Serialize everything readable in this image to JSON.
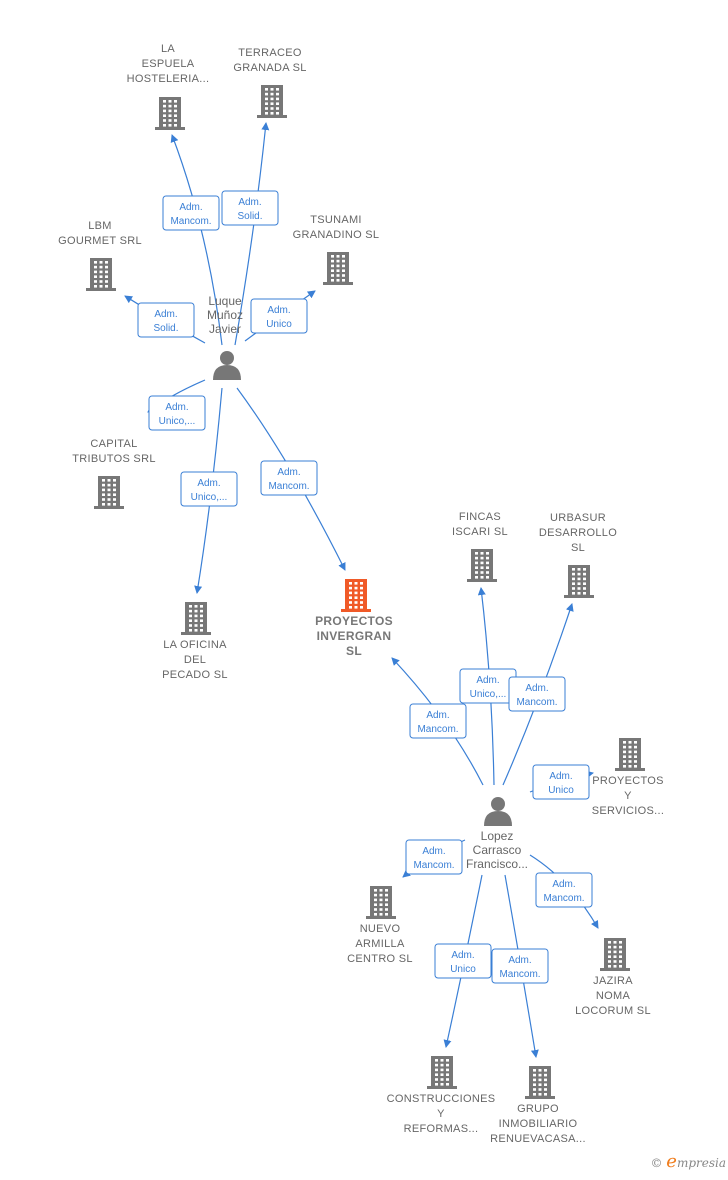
{
  "colors": {
    "edge": "#3a7fd5",
    "company": "#777777",
    "main_company": "#f05a28",
    "person": "#777777"
  },
  "companies": [
    {
      "id": "espuela",
      "lines": [
        "LA",
        "ESPUELA",
        "HOSTELERIA..."
      ],
      "main": false
    },
    {
      "id": "terraceo",
      "lines": [
        "TERRACEO",
        "GRANADA  SL"
      ],
      "main": false
    },
    {
      "id": "lbm",
      "lines": [
        "LBM",
        "GOURMET SRL"
      ],
      "main": false
    },
    {
      "id": "tsunami",
      "lines": [
        "TSUNAMI",
        "GRANADINO SL"
      ],
      "main": false
    },
    {
      "id": "capital",
      "lines": [
        "CAPITAL",
        "TRIBUTOS SRL"
      ],
      "main": false
    },
    {
      "id": "oficina",
      "lines": [
        "LA OFICINA",
        "DEL",
        "PECADO  SL"
      ],
      "main": false
    },
    {
      "id": "proyectos_invergran",
      "lines": [
        "PROYECTOS",
        "INVERGRAN",
        "SL"
      ],
      "main": true
    },
    {
      "id": "fincas",
      "lines": [
        "FINCAS",
        "ISCARI  SL"
      ],
      "main": false
    },
    {
      "id": "urbasur",
      "lines": [
        "URBASUR",
        "DESARROLLO",
        "SL"
      ],
      "main": false
    },
    {
      "id": "proyectos_servicios",
      "lines": [
        "PROYECTOS",
        "Y",
        "SERVICIOS..."
      ],
      "main": false
    },
    {
      "id": "nuevo_armilla",
      "lines": [
        "NUEVO",
        "ARMILLA",
        "CENTRO  SL"
      ],
      "main": false
    },
    {
      "id": "jazira",
      "lines": [
        "JAZIRA",
        "NOMA",
        "LOCORUM  SL"
      ],
      "main": false
    },
    {
      "id": "construcciones",
      "lines": [
        "CONSTRUCCIONES",
        "Y",
        "REFORMAS..."
      ],
      "main": false
    },
    {
      "id": "grupo",
      "lines": [
        "GRUPO",
        "INMOBILIARIO",
        "RENUEVACASA..."
      ],
      "main": false
    }
  ],
  "persons": [
    {
      "id": "luque",
      "lines": [
        "Luque",
        "Muñoz",
        "Javier"
      ]
    },
    {
      "id": "lopez",
      "lines": [
        "Lopez",
        "Carrasco",
        "Francisco..."
      ]
    }
  ],
  "edges": [
    {
      "from": "luque",
      "to": "espuela",
      "label": [
        "Adm.",
        "Mancom."
      ]
    },
    {
      "from": "luque",
      "to": "terraceo",
      "label": [
        "Adm.",
        "Solid."
      ]
    },
    {
      "from": "luque",
      "to": "lbm",
      "label": [
        "Adm.",
        "Solid."
      ]
    },
    {
      "from": "luque",
      "to": "tsunami",
      "label": [
        "Adm.",
        "Unico"
      ]
    },
    {
      "from": "luque",
      "to": "capital",
      "label": [
        "Adm.",
        "Unico,..."
      ]
    },
    {
      "from": "luque",
      "to": "oficina",
      "label": [
        "Adm.",
        "Unico,..."
      ]
    },
    {
      "from": "luque",
      "to": "proyectos_invergran",
      "label": [
        "Adm.",
        "Mancom."
      ]
    },
    {
      "from": "lopez",
      "to": "proyectos_invergran",
      "label": [
        "Adm.",
        "Mancom."
      ]
    },
    {
      "from": "lopez",
      "to": "fincas",
      "label": [
        "Adm.",
        "Unico,..."
      ]
    },
    {
      "from": "lopez",
      "to": "urbasur",
      "label": [
        "Adm.",
        "Mancom."
      ]
    },
    {
      "from": "lopez",
      "to": "proyectos_servicios",
      "label": [
        "Adm.",
        "Unico"
      ]
    },
    {
      "from": "lopez",
      "to": "nuevo_armilla",
      "label": [
        "Adm.",
        "Mancom."
      ]
    },
    {
      "from": "lopez",
      "to": "jazira",
      "label": [
        "Adm.",
        "Mancom."
      ]
    },
    {
      "from": "lopez",
      "to": "construcciones",
      "label": [
        "Adm.",
        "Unico"
      ]
    },
    {
      "from": "lopez",
      "to": "grupo",
      "label": [
        "Adm.",
        "Mancom."
      ]
    }
  ],
  "footer": {
    "copyright": "©",
    "brand_initial": "e",
    "brand_rest": "mpresia"
  }
}
